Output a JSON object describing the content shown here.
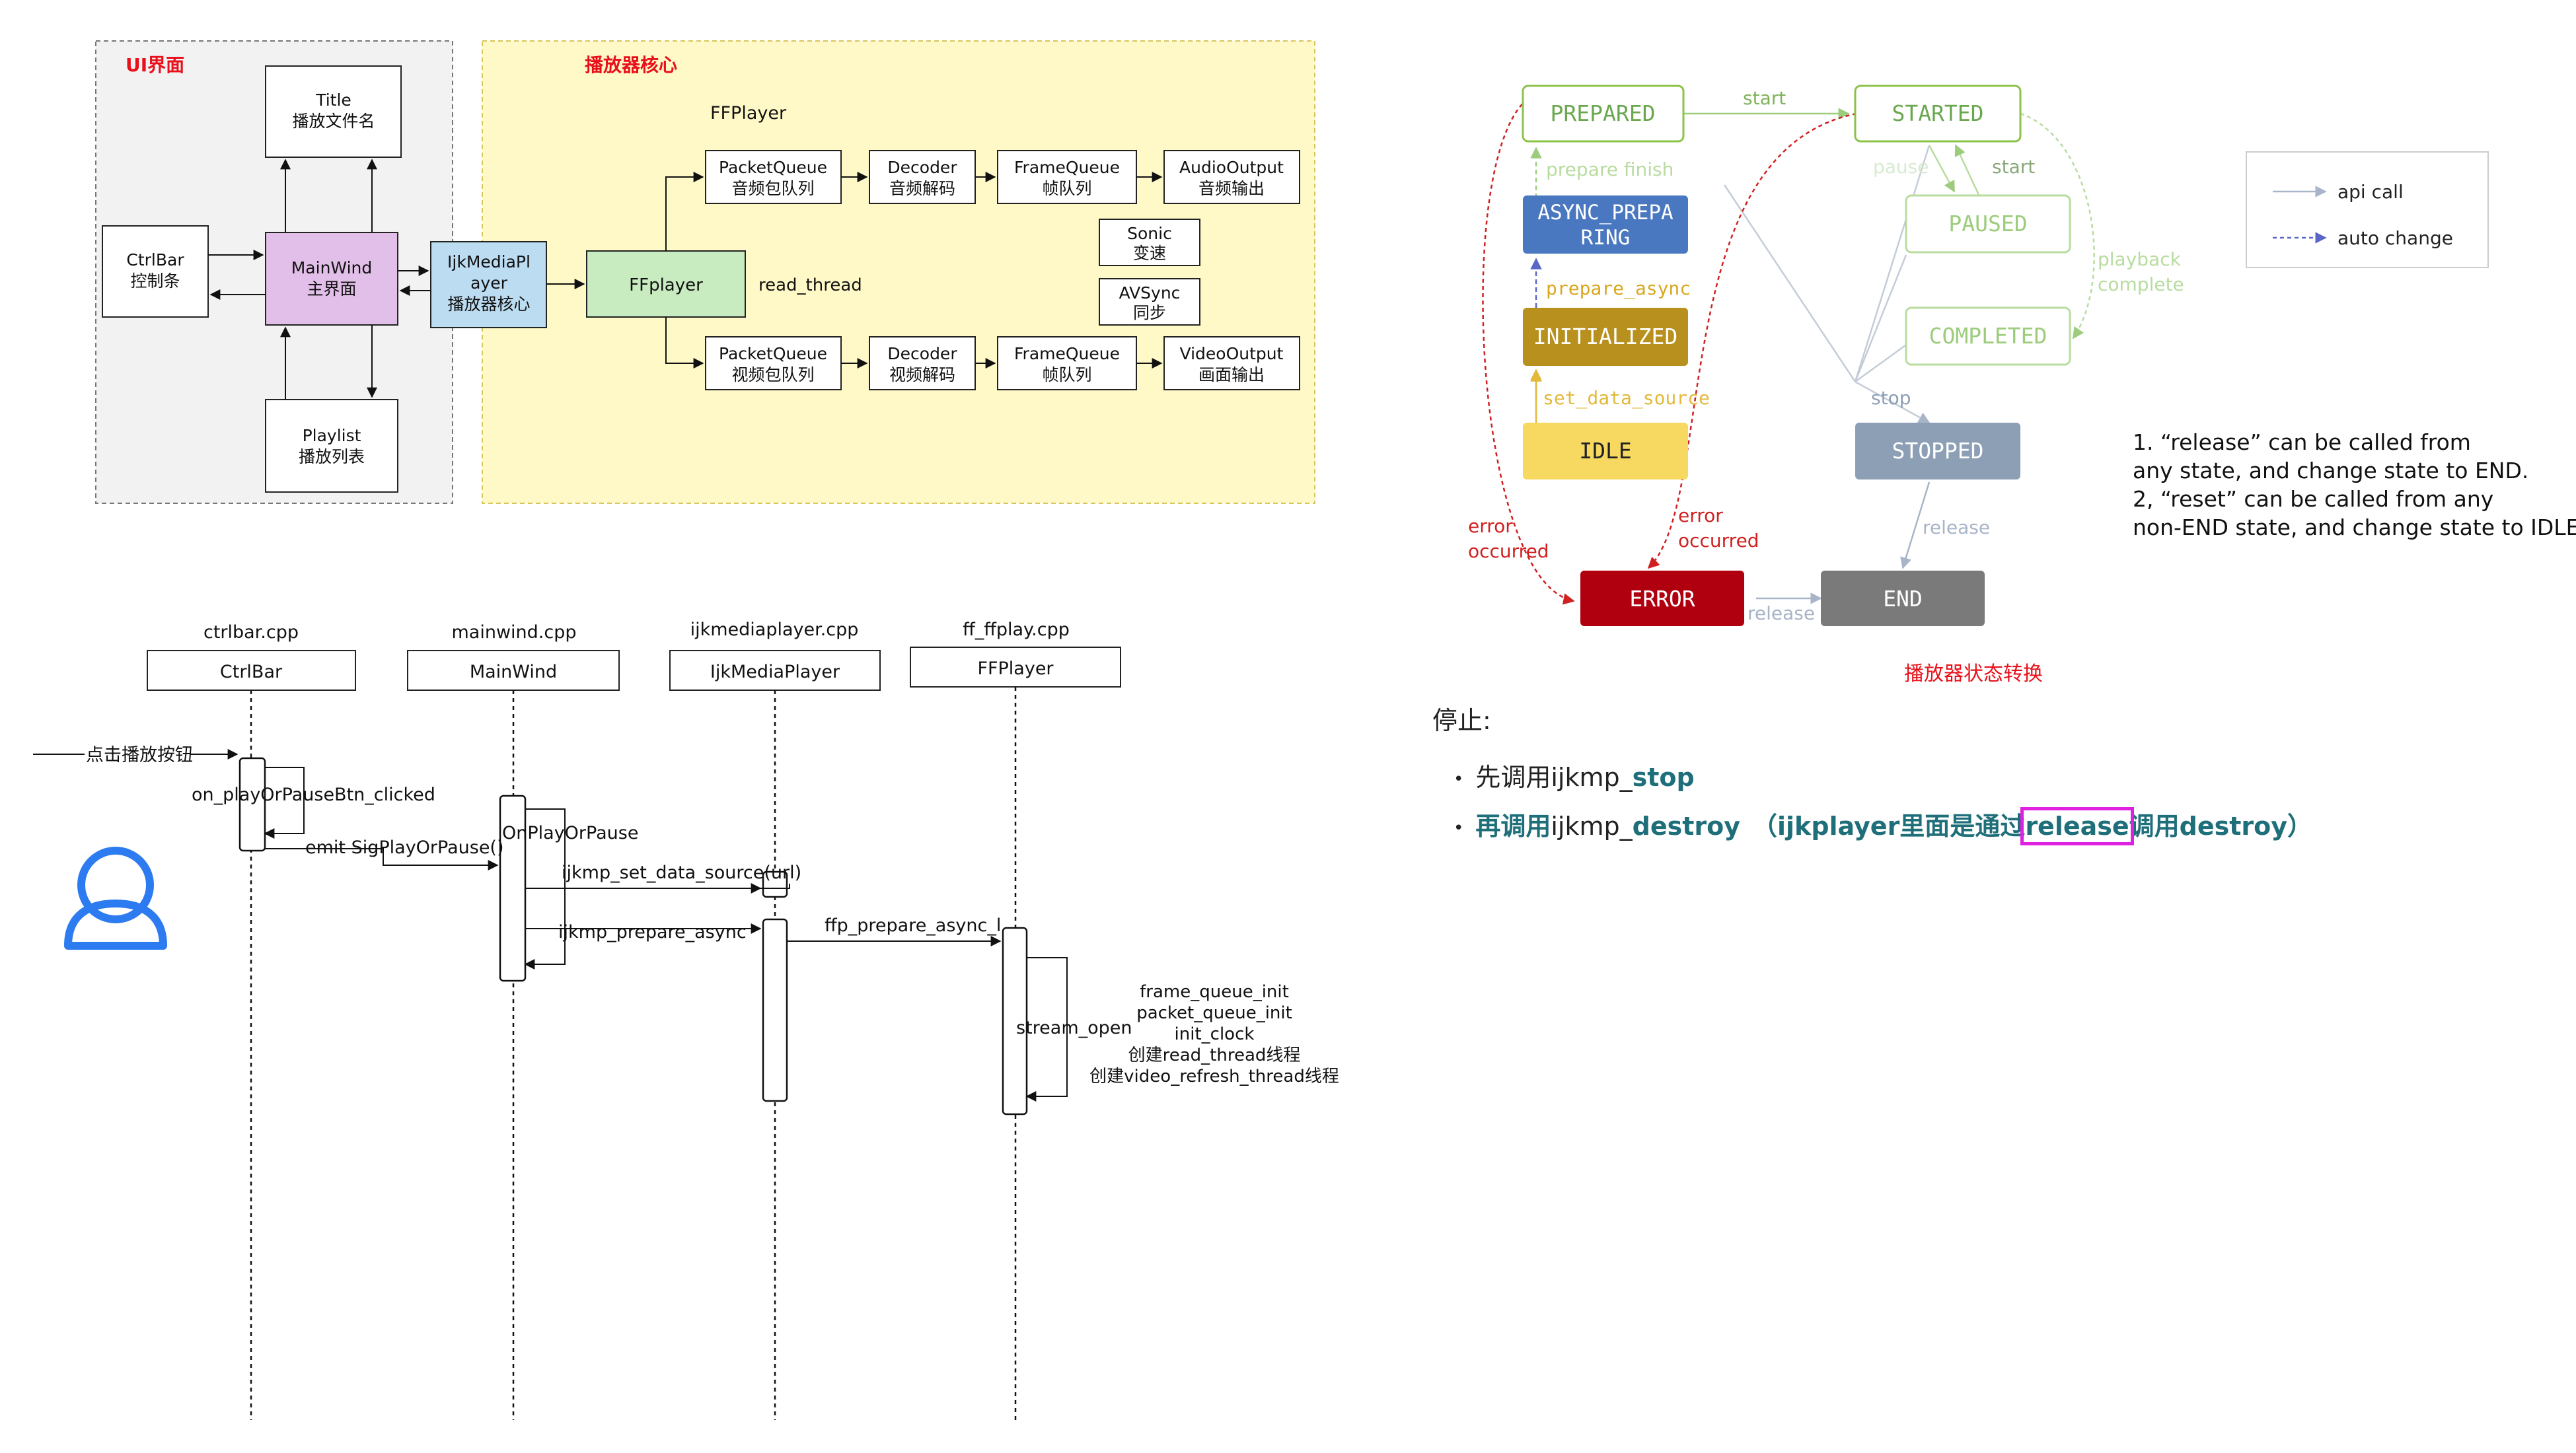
{
  "arch": {
    "ui_group": "UI界面",
    "core_group": "播放器核心",
    "ffplayer_title": "FFPlayer",
    "nodes": {
      "title": [
        "Title",
        "播放文件名"
      ],
      "ctrlbar": [
        "CtrlBar",
        "控制条"
      ],
      "mainwind": [
        "MainWind",
        "主界面"
      ],
      "playlist": [
        "Playlist",
        "播放列表"
      ],
      "ijk": [
        "IjkMediaPl",
        "ayer",
        "播放器核心"
      ],
      "ffplayer": [
        "FFplayer"
      ],
      "pq_audio": [
        "PacketQueue",
        "音频包队列"
      ],
      "dec_audio": [
        "Decoder",
        "音频解码"
      ],
      "fq_audio": [
        "FrameQueue",
        "帧队列"
      ],
      "out_audio": [
        "AudioOutput",
        "音频输出"
      ],
      "sonic": [
        "Sonic",
        "变速"
      ],
      "avsync": [
        "AVSync",
        "同步"
      ],
      "pq_video": [
        "PacketQueue",
        "视频包队列"
      ],
      "dec_video": [
        "Decoder",
        "视频解码"
      ],
      "fq_video": [
        "FrameQueue",
        "帧队列"
      ],
      "out_video": [
        "VideoOutput",
        "画面输出"
      ]
    },
    "read_thread": "read_thread"
  },
  "state": {
    "states": {
      "prepared": "PREPARED",
      "started": "STARTED",
      "async": [
        "ASYNC_PREPA",
        "RING"
      ],
      "paused": "PAUSED",
      "initialized": "INITIALIZED",
      "completed": "COMPLETED",
      "idle": "IDLE",
      "stopped": "STOPPED",
      "error": "ERROR",
      "end": "END"
    },
    "labels": {
      "start1": "start",
      "prepare_finish": "prepare finish",
      "pause": "pause",
      "start2": "start",
      "prepare_async": "prepare_async",
      "playback": "playback",
      "complete": "complete",
      "set_data_source": "set_data_source",
      "stop": "stop",
      "error_left": [
        "error",
        "occurred"
      ],
      "error_mid": [
        "error",
        "occurred"
      ],
      "release_stop": "release",
      "release_err": "release"
    },
    "legend": {
      "api_call": "api call",
      "auto_change": "auto change"
    },
    "caption": "播放器状态转换"
  },
  "notes": [
    "1. “release” can be called from",
    "any state, and change state to END.",
    "2, “reset” can be called from any",
    "non-END state, and change state to IDLE"
  ],
  "stop_section": {
    "heading": "停止:",
    "b1_prefix": "先调用ijkmp_",
    "b1_func": "stop",
    "b2_prefix": "再调用",
    "b2_mid": "ijkmp_",
    "b2_func": "destroy",
    "b2_paren_a": "（ijkplayer里面是通过",
    "b2_release": "release",
    "b2_paren_b": "调用destroy）"
  },
  "seq": {
    "files": [
      "ctrlbar.cpp",
      "mainwind.cpp",
      "ijkmediaplayer.cpp",
      "ff_ffplay.cpp"
    ],
    "actors": [
      "CtrlBar",
      "MainWind",
      "IjkMediaPlayer",
      "FFPlayer"
    ],
    "messages": {
      "click": "点击播放按钮",
      "on_play": "on_playOrPauseBtn_clicked",
      "emit": "emit SigPlayOrPause()",
      "on_play_or_pause": "OnPlayOrPause",
      "set_data_source": "ijkmp_set_data_source(url)",
      "prepare_async": "ijkmp_prepare_async",
      "ffp_prepare": "ffp_prepare_async_l",
      "stream_open": "stream_open"
    },
    "stream_notes": [
      "frame_queue_init",
      "packet_queue_init",
      "init_clock",
      "创建read_thread线程",
      "创建video_refresh_thread线程"
    ]
  },
  "colors": {
    "ui_bg": "#f2f2f2",
    "core_bg": "#fff9c8",
    "group_title": "#e8101a",
    "mainwind": "#e2bfe8",
    "ijk": "#bcdcf2",
    "ffplayer": "#c8ebc0",
    "prepared": "#8bc34a",
    "async": "#4a78c0",
    "initialized": "#b8901e",
    "idle": "#f7d860",
    "stopped": "#8d9fb5",
    "error": "#b00010",
    "end": "#7a7a7a",
    "error_line": "#d02020",
    "api_line": "#a8b4c8",
    "auto_line": "#5a66c8",
    "teal": "#1f6f7a",
    "person": "#2d7bf0"
  }
}
